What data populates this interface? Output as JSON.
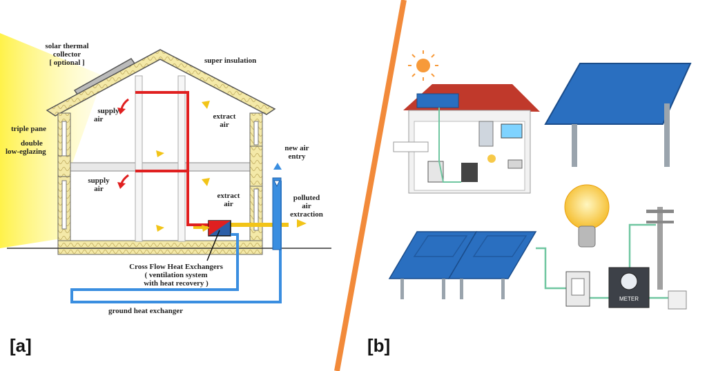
{
  "panel_a": {
    "tag": "[a]",
    "labels": {
      "solar_collector_1": "solar thermal",
      "solar_collector_2": "collector",
      "solar_collector_3": "[ optional ]",
      "super_insulation": "super insulation",
      "triple_pane": "triple pane",
      "double_glazing_1": "double",
      "double_glazing_2": "low-eglazing",
      "supply_air_upper_1": "supply",
      "supply_air_upper_2": "air",
      "supply_air_lower_1": "supply",
      "supply_air_lower_2": "air",
      "extract_air_upper_1": "extract",
      "extract_air_upper_2": "air",
      "extract_air_lower_1": "extract",
      "extract_air_lower_2": "air",
      "new_air_entry_1": "new air",
      "new_air_entry_2": "entry",
      "polluted_air_1": "polluted",
      "polluted_air_2": "air",
      "polluted_air_3": "extraction",
      "heat_exchanger_1": "Cross Flow Heat Exchangers",
      "heat_exchanger_2": "( ventilation system",
      "heat_exchanger_3": "with heat recovery )",
      "ground_heat_exchanger": "ground heat exchanger"
    },
    "colors": {
      "supply": "#e02020",
      "extract": "#f2c418",
      "ground": "#3a8ee0",
      "insulation": "#f4e9a8",
      "sun": "#fff35a"
    }
  },
  "panel_b": {
    "tag": "[b]",
    "meter_label": "METER",
    "colors": {
      "panel": "#2a6fc0",
      "roof": "#c0392b",
      "wire": "#6fc6a0",
      "bulb": "#f7c948"
    }
  },
  "divider_color": "#f28a3a"
}
